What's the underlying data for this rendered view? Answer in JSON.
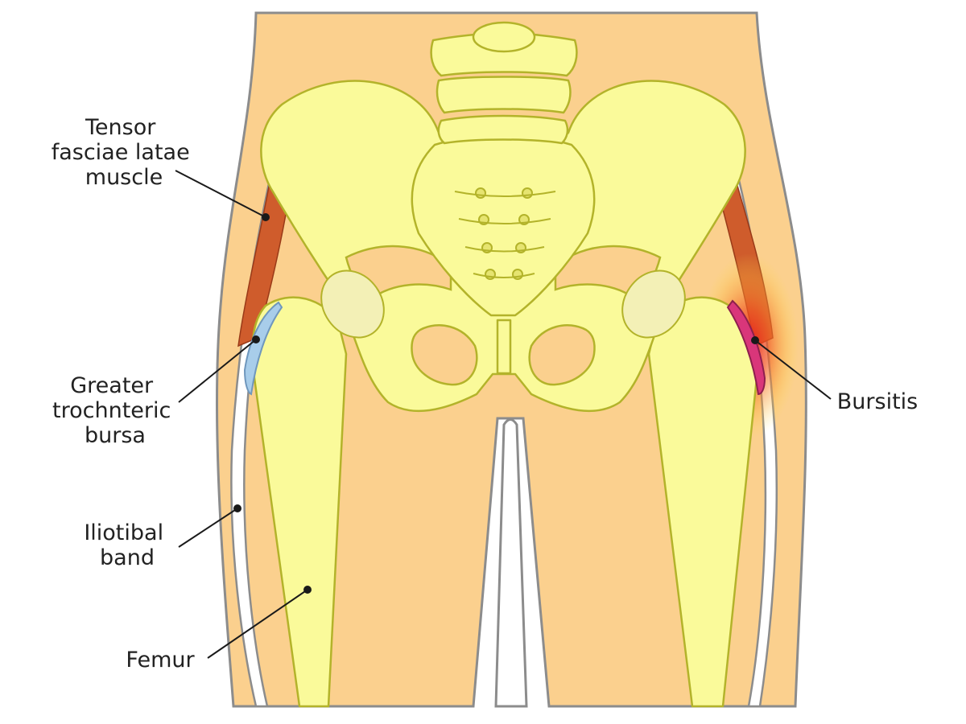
{
  "labels": {
    "tensor": [
      "Tensor",
      "fasciae latae",
      "muscle"
    ],
    "bursa": [
      "Greater",
      "trochnteric",
      "bursa"
    ],
    "iliotibal": [
      "Iliotibal",
      "band"
    ],
    "femur": "Femur",
    "bursitis": "Bursitis"
  },
  "colors": {
    "skin": "#fbd08e",
    "bone": "#fafa9a",
    "bone_outline": "#b3b32a",
    "muscle": "#cf5c2c",
    "bursa_normal": "#a8cdea",
    "bursa_inflamed": "#d9367a",
    "inflammation_glow": "#f15a24"
  }
}
